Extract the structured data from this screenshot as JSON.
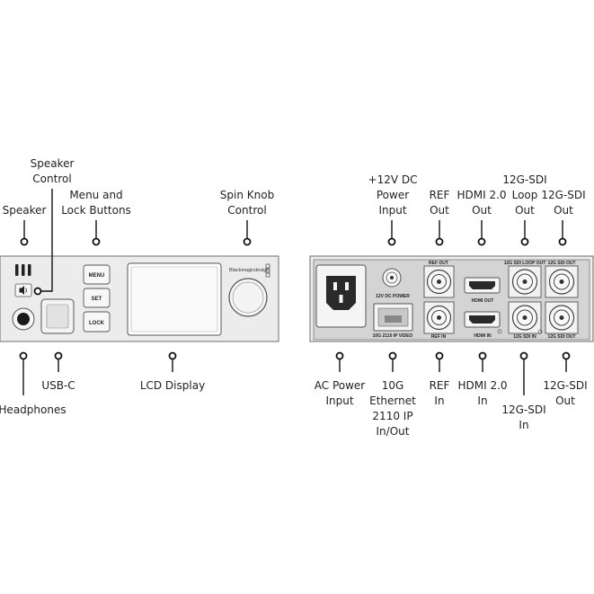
{
  "front_labels": {
    "speaker_control": [
      "Speaker",
      "Control"
    ],
    "speaker": "Speaker",
    "menu_lock": [
      "Menu and",
      "Lock Buttons"
    ],
    "spin_knob": [
      "Spin Knob",
      "Control"
    ],
    "headphones": "Headphones",
    "usb_c": "USB-C",
    "lcd_display": "LCD Display"
  },
  "rear_labels": {
    "dc_power": [
      "+12V DC",
      "Power",
      "Input"
    ],
    "ref_out": [
      "REF",
      "Out"
    ],
    "hdmi_out": [
      "HDMI 2.0",
      "Out"
    ],
    "sdi_loop_out": [
      "12G-SDI",
      "Loop",
      "Out"
    ],
    "sdi_out_top": [
      "12G-SDI",
      "Out"
    ],
    "ac_power": [
      "AC Power",
      "Input"
    ],
    "ethernet": [
      "10G",
      "Ethernet",
      "2110 IP",
      "In/Out"
    ],
    "ref_in": [
      "REF",
      "In"
    ],
    "hdmi_in": [
      "HDMI 2.0",
      "In"
    ],
    "sdi_in": [
      "12G-SDI",
      "In"
    ],
    "sdi_out_bottom": [
      "12G-SDI",
      "Out"
    ]
  },
  "front_panel": {
    "buttons": [
      "MENU",
      "SET",
      "LOCK"
    ],
    "logo": "Blackmagicdesign"
  },
  "rear_panel": {
    "port_labels": {
      "ref_out": "REF OUT",
      "ref_in": "REF IN",
      "hdmi_out": "HDMI OUT",
      "hdmi_in": "HDMI IN",
      "sdi_loop_out": "12G SDI LOOP OUT",
      "sdi_out_top": "12G SDI OUT",
      "sdi_in": "12G SDI IN",
      "sdi_out_bottom": "12G SDI OUT",
      "dc_power": "12V DC POWER",
      "ethernet": "10G 2110 IP VIDEO"
    }
  },
  "colors": {
    "panel": "#ececec",
    "outline": "#6e6e6e",
    "callout": "#111111"
  }
}
